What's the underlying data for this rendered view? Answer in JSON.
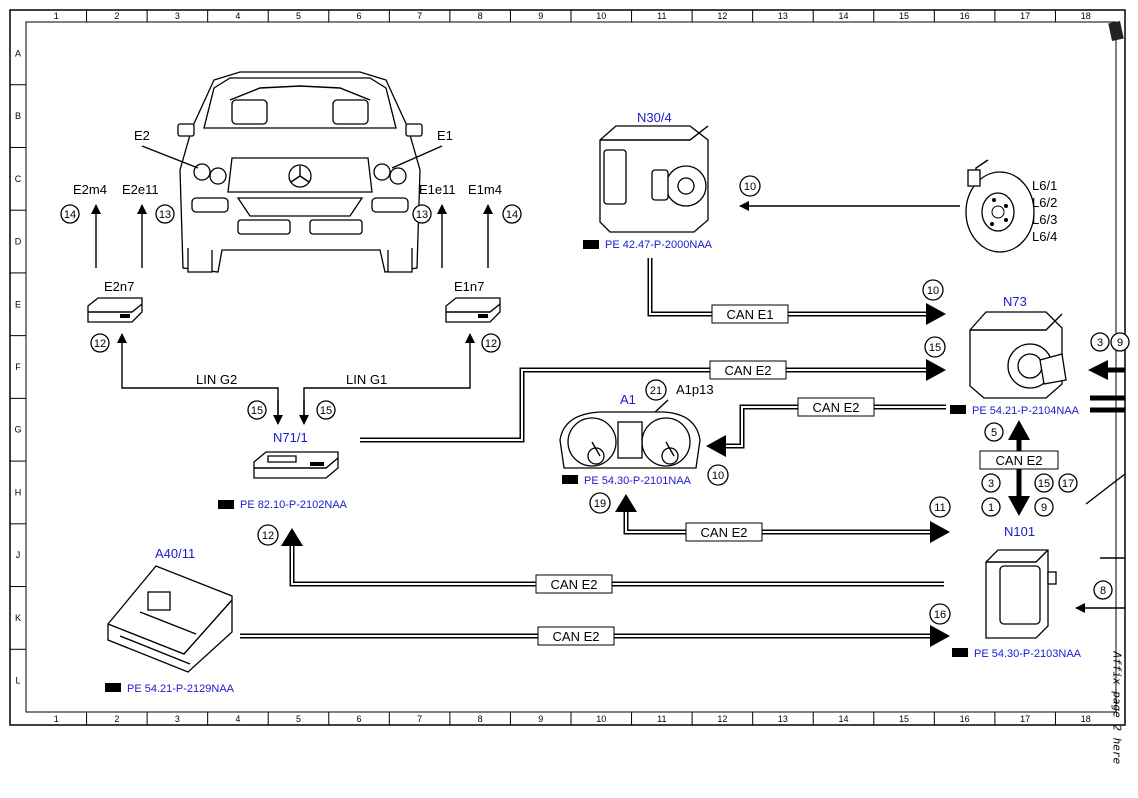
{
  "frame": {
    "columns": [
      "1",
      "2",
      "3",
      "4",
      "5",
      "6",
      "7",
      "8",
      "9",
      "10",
      "11",
      "12",
      "13",
      "14",
      "15",
      "16",
      "17",
      "18"
    ],
    "rows": [
      "A",
      "B",
      "C",
      "D",
      "E",
      "F",
      "G",
      "H",
      "J",
      "K",
      "L"
    ]
  },
  "components": {
    "E1": "E1",
    "E2": "E2",
    "E2m4": "E2m4",
    "E2e11": "E2e11",
    "E1e11": "E1e11",
    "E1m4": "E1m4",
    "E2n7": "E2n7",
    "E1n7": "E1n7",
    "N71_1": "N71/1",
    "N30_4": "N30/4",
    "A1": "A1",
    "A1p13": "A1p13",
    "N73": "N73",
    "N101": "N101",
    "A40_11": "A40/11",
    "L6": [
      "L6/1",
      "L6/2",
      "L6/3",
      "L6/4"
    ]
  },
  "references": {
    "N30_4": "PE 42.47-P-2000NAA",
    "N73": "PE 54.21-P-2104NAA",
    "N71_1": "PE 82.10-P-2102NAA",
    "A1": "PE 54.30-P-2101NAA",
    "N101": "PE 54.30-P-2103NAA",
    "A40_11": "PE 54.21-P-2129NAA"
  },
  "buses": {
    "lin_g2": "LIN G2",
    "lin_g1": "LIN G1",
    "can_e1": "CAN E1",
    "can_e2": "CAN E2"
  },
  "signals": {
    "e2m4": "14",
    "e2e11": "13",
    "e1e11": "13",
    "e1m4": "14",
    "e2n7": "12",
    "e1n7": "12",
    "n71_left": "15",
    "n71_right": "15",
    "l6_to_n30": "10",
    "n30_to_n73": "10",
    "n71_to_n73": "15",
    "a1p13": "21",
    "a1_input": "10",
    "a1_output": "19",
    "a1_to_n101": "11",
    "n73_right_a": "3",
    "n73_right_b": "9",
    "n73_down": "5",
    "n101_up_a": "3",
    "n101_up_b": "1",
    "n101_up_c": "15",
    "n101_up_d": "17",
    "n101_up_e": "9",
    "n71_input": "12",
    "a40_to_n101": "16",
    "n101_right": "8"
  },
  "margin_note": "Affix page 2 here"
}
